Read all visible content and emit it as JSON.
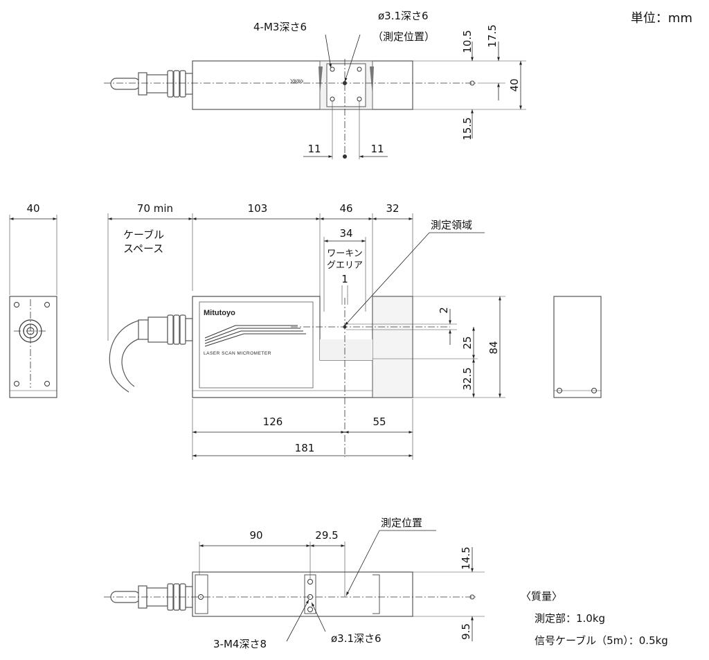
{
  "unit": "単位：mm",
  "top_view": {
    "hole_m3": "4-M3深さ6",
    "hole_dia": "ø3.1深さ6",
    "hole_dia_note": "（測定位置）",
    "dims": {
      "d10_5": "10.5",
      "d17_5": "17.5",
      "d40": "40",
      "d15_5": "15.5",
      "d11_left": "11",
      "d11_right": "11"
    }
  },
  "front_view": {
    "width_40": "40",
    "cable_space_dim": "70 min",
    "cable_space_label_1": "ケーブル",
    "cable_space_label_2": "スペース",
    "d103": "103",
    "d46": "46",
    "d32": "32",
    "d34": "34",
    "working_area_1": "ワーキン",
    "working_area_2": "グエリア",
    "d1": "1",
    "measuring_region": "測定領域",
    "brand": "Mitutoyo",
    "product": "LASER SCAN MICROMETER",
    "d2": "2",
    "d25": "25",
    "d84": "84",
    "d32_5": "32.5",
    "d126": "126",
    "d55": "55",
    "d181": "181"
  },
  "bottom_view": {
    "d90": "90",
    "d29_5": "29.5",
    "measuring_position": "測定位置",
    "d14_5": "14.5",
    "d9_5": "9.5",
    "hole_m4": "3-M4深さ8",
    "hole_dia": "ø3.1深さ6"
  },
  "mass": {
    "title": "〈質量〉",
    "head": "測定部：1.0kg",
    "cable": "信号ケーブル（5m）：0.5kg"
  }
}
